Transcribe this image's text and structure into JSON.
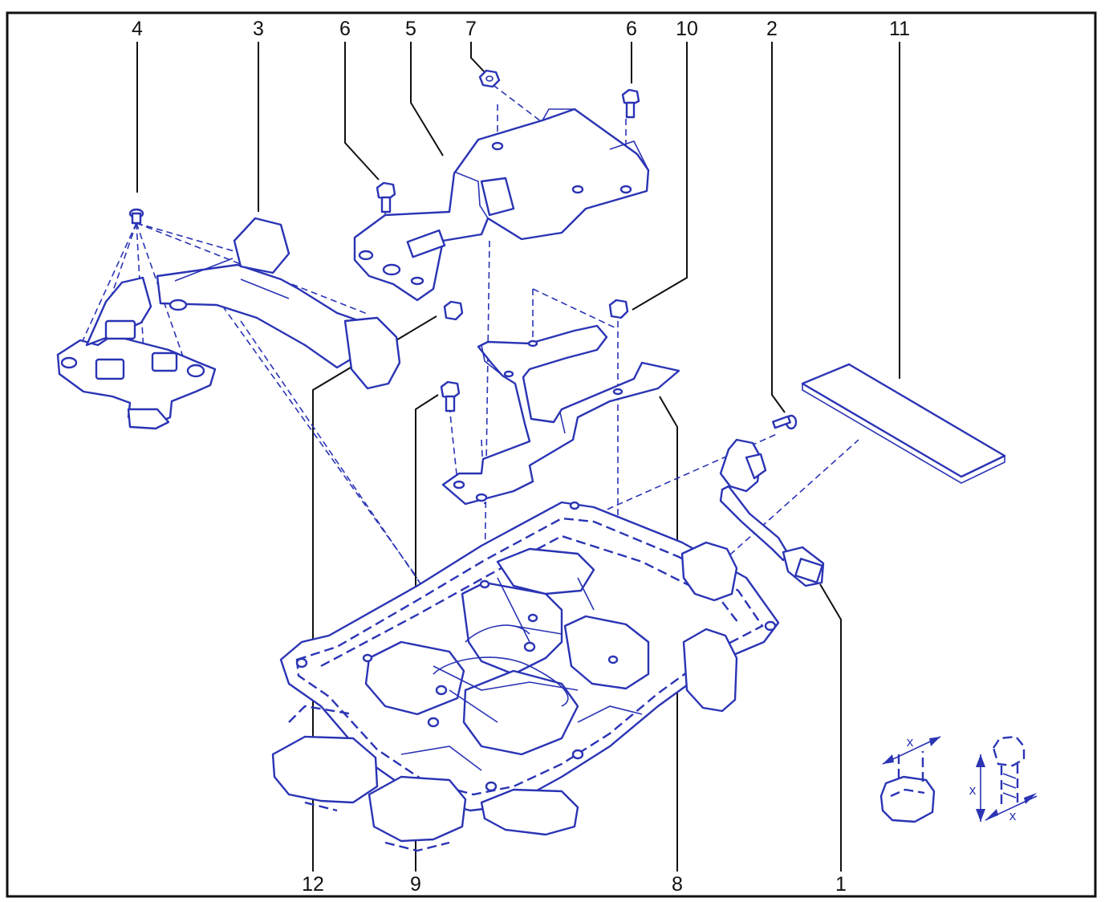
{
  "colors": {
    "ink": "#2a34b4",
    "callout": "#111111",
    "background": "#ffffff"
  },
  "callouts": {
    "c1": "1",
    "c2": "2",
    "c3": "3",
    "c4": "4",
    "c5": "5",
    "c6a": "6",
    "c6b": "6",
    "c7": "7",
    "c8": "8",
    "c9": "9",
    "c10": "10",
    "c11": "11",
    "c12": "12"
  },
  "dimension_labels": {
    "nut_x": "x",
    "bolt_x_height": "x",
    "bolt_x_width": "x"
  }
}
